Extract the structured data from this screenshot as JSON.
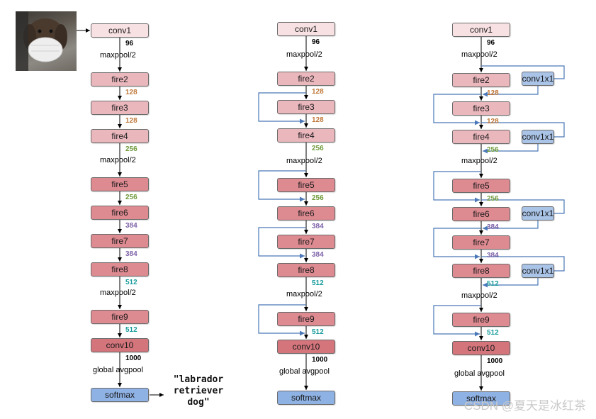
{
  "colors": {
    "conv": "#f8e1e3",
    "fire_light": "#eab7bd",
    "fire_dark": "#dd8a91",
    "conv10": "#d4757c",
    "softmax": "#8fb2e4",
    "conv1x1": "#aac4e8",
    "c128": "#c0783a",
    "c256": "#6f9a3a",
    "c384": "#7d62a8",
    "c512": "#1a9c9c",
    "c96": "#000000",
    "c1000": "#000000",
    "bypass_line": "#4a78b8"
  },
  "icons": {
    "input_image": "dog-with-mask-photo",
    "arrows": "arrow-icon"
  },
  "labels": {
    "conv1": "conv1",
    "fire2": "fire2",
    "fire3": "fire3",
    "fire4": "fire4",
    "fire5": "fire5",
    "fire6": "fire6",
    "fire7": "fire7",
    "fire8": "fire8",
    "fire9": "fire9",
    "conv10": "conv10",
    "softmax": "softmax",
    "maxpool": "maxpool/2",
    "avgpool": "global avgpool",
    "conv1x1": "conv1x1",
    "n96": "96",
    "n128": "128",
    "n256": "256",
    "n384": "384",
    "n512": "512",
    "n1000": "1000"
  },
  "prediction": [
    "\"labrador",
    "retriever",
    "dog\""
  ],
  "watermark": "CSDN @夏天是冰红茶"
}
